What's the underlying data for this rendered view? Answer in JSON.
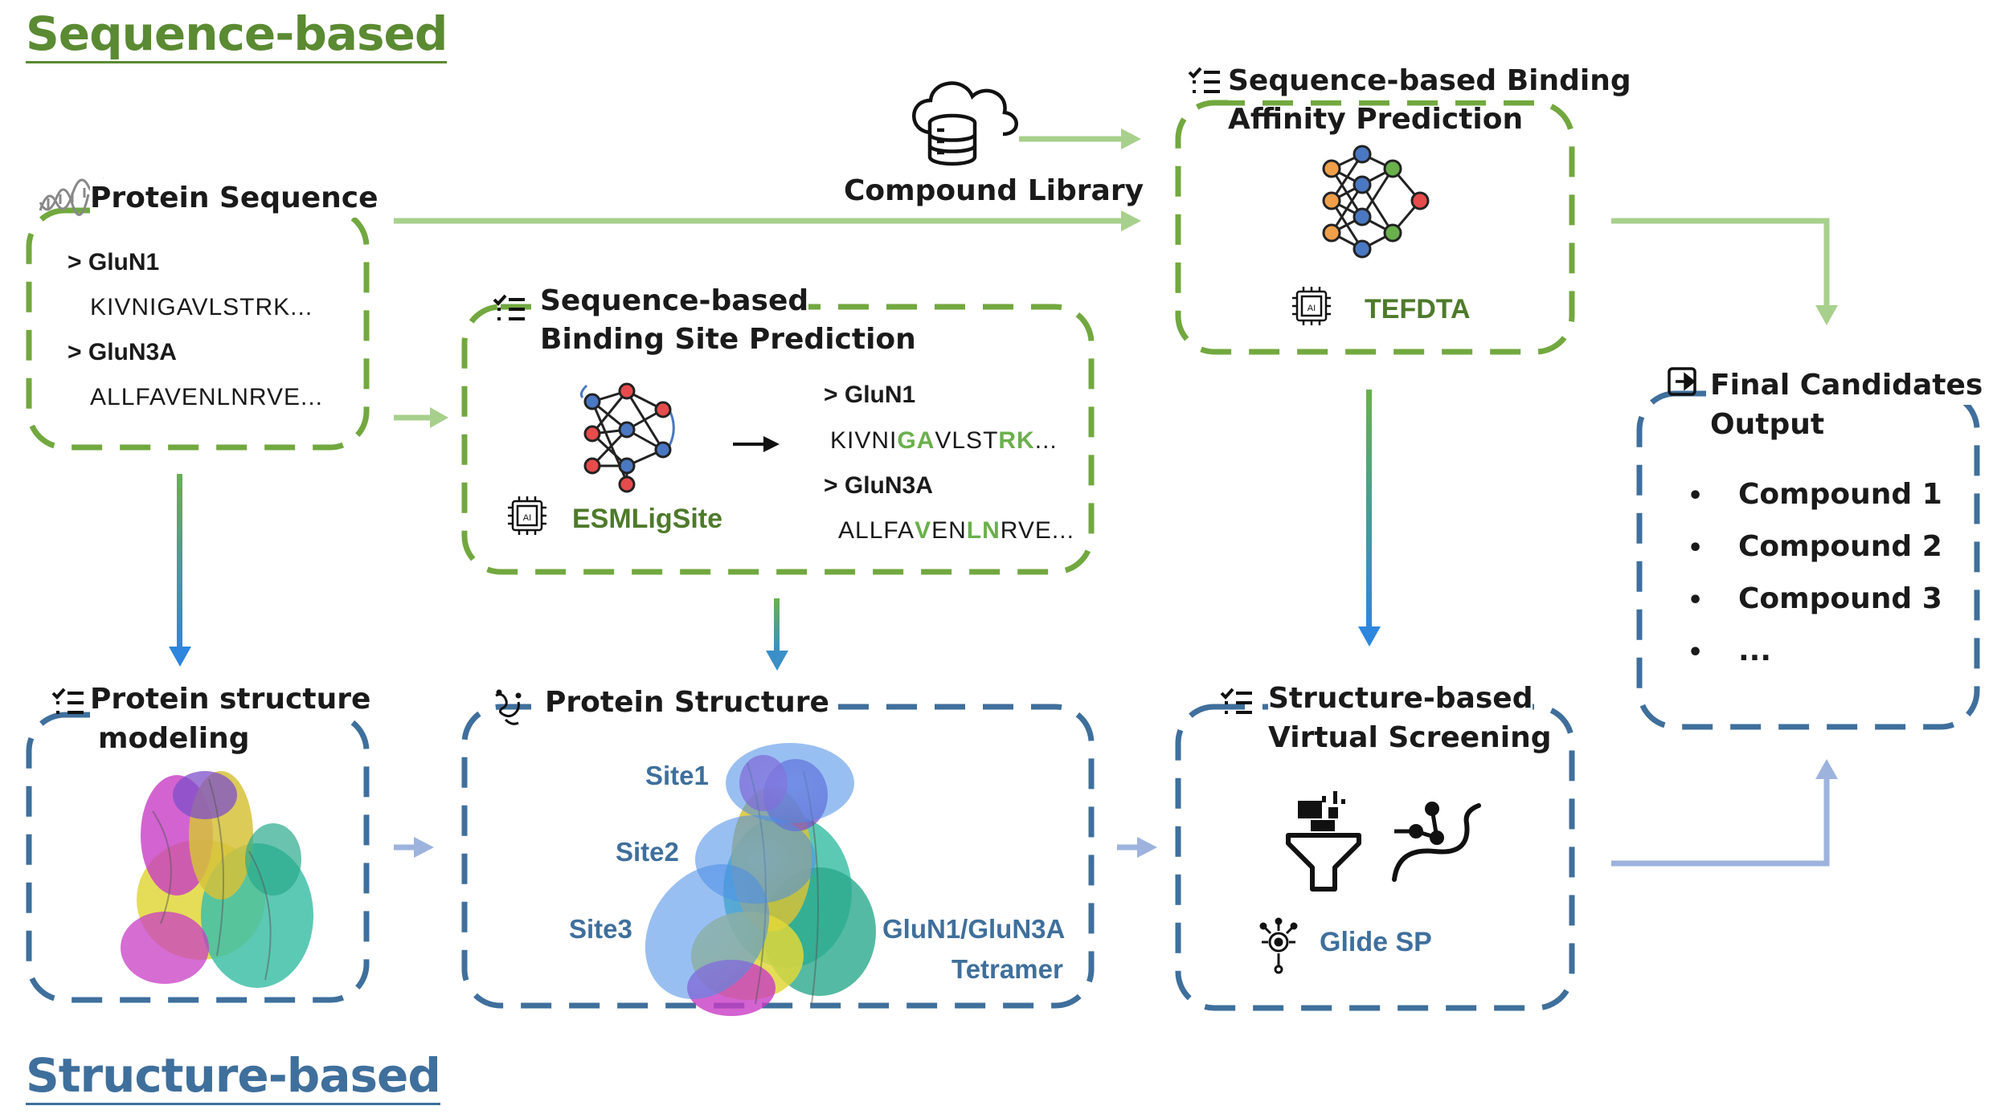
{
  "sections": {
    "sequence": "Sequence-based",
    "structure": "Structure-based"
  },
  "protein_sequence": {
    "title": "Protein Sequence",
    "entries": [
      {
        "name": "> GluN1",
        "seq": "KIVNIGAVLSTRK..."
      },
      {
        "name": "> GluN3A",
        "seq": "ALLFAVENLNRVE..."
      }
    ]
  },
  "compound_library": {
    "label": "Compound Library"
  },
  "binding_affinity": {
    "title_line1": "Sequence-based Binding",
    "title_line2": "Affinity Prediction",
    "tool": "TEFDTA"
  },
  "binding_site": {
    "title_line1": "Sequence-based",
    "title_line2": "Binding Site Prediction",
    "tool": "ESMLigSite",
    "entries": [
      {
        "name": "> GluN1",
        "seq_parts": [
          "KIVNI",
          "GA",
          "VLST",
          "RK",
          "..."
        ]
      },
      {
        "name": "> GluN3A",
        "seq_parts": [
          "ALLFA",
          "V",
          "EN",
          "LN",
          "RVE..."
        ]
      }
    ],
    "highlight_color": "#6ab04c"
  },
  "final_output": {
    "title_line1": "Final Candidates",
    "title_line2": "Output",
    "items": [
      "Compound 1",
      "Compound 2",
      "Compound 3",
      "..."
    ]
  },
  "structure_modeling": {
    "title_line1": "Protein structure",
    "title_line2": "modeling"
  },
  "protein_structure": {
    "title": "Protein Structure",
    "sites": [
      "Site1",
      "Site2",
      "Site3"
    ],
    "complex_line1": "GluN1/GluN3A",
    "complex_line2": "Tetramer"
  },
  "virtual_screening": {
    "title_line1": "Structure-based",
    "title_line2": "Virtual Screening",
    "tool": "Glide SP"
  },
  "colors": {
    "green_dash": "#72a83f",
    "blue_dash": "#3f6f9c",
    "green_arrow": "#a8d08d",
    "blue_arrow": "#9db3de",
    "down_arrow_top": "#6ab04c",
    "down_arrow_bottom": "#2e86de"
  },
  "icons": {
    "dna": "dna-icon",
    "cloud_db": "cloud-database-icon",
    "list": "checklist-icon",
    "ai_chip": "ai-chip-icon",
    "neural_net": "neural-network-icon",
    "arrow_right": "black-arrow-icon",
    "exit": "output-icon",
    "protein": "protein-icon",
    "filter": "funnel-filter-icon",
    "path": "path-icon",
    "gear_sat": "gear-network-icon"
  }
}
